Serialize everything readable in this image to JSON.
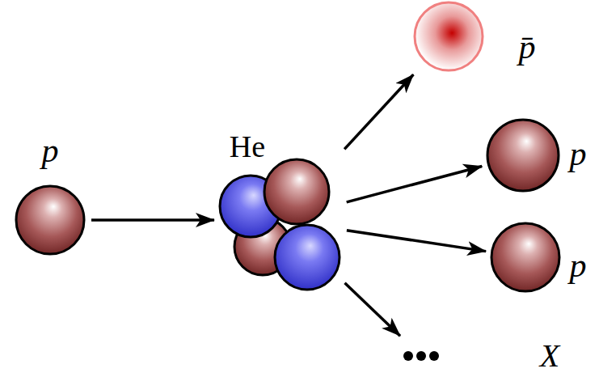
{
  "diagram": {
    "nodes": [
      {
        "text": [
          "p"
        ]
      },
      {
        "text": [
          "He"
        ]
      },
      {
        "text": [
          "p̄"
        ]
      },
      {
        "text": [
          "p"
        ]
      },
      {
        "text": [
          "p"
        ]
      },
      {
        "text": [
          "X"
        ]
      }
    ],
    "edges": [
      {
        "from": 0,
        "to": 1,
        "arrow": "to"
      },
      {
        "from": 1,
        "to": 2,
        "arrow": "to"
      },
      {
        "from": 1,
        "to": 3,
        "arrow": "to"
      },
      {
        "from": 1,
        "to": 4,
        "arrow": "to"
      },
      {
        "from": 1,
        "to": 5,
        "arrow": "to"
      }
    ]
  }
}
